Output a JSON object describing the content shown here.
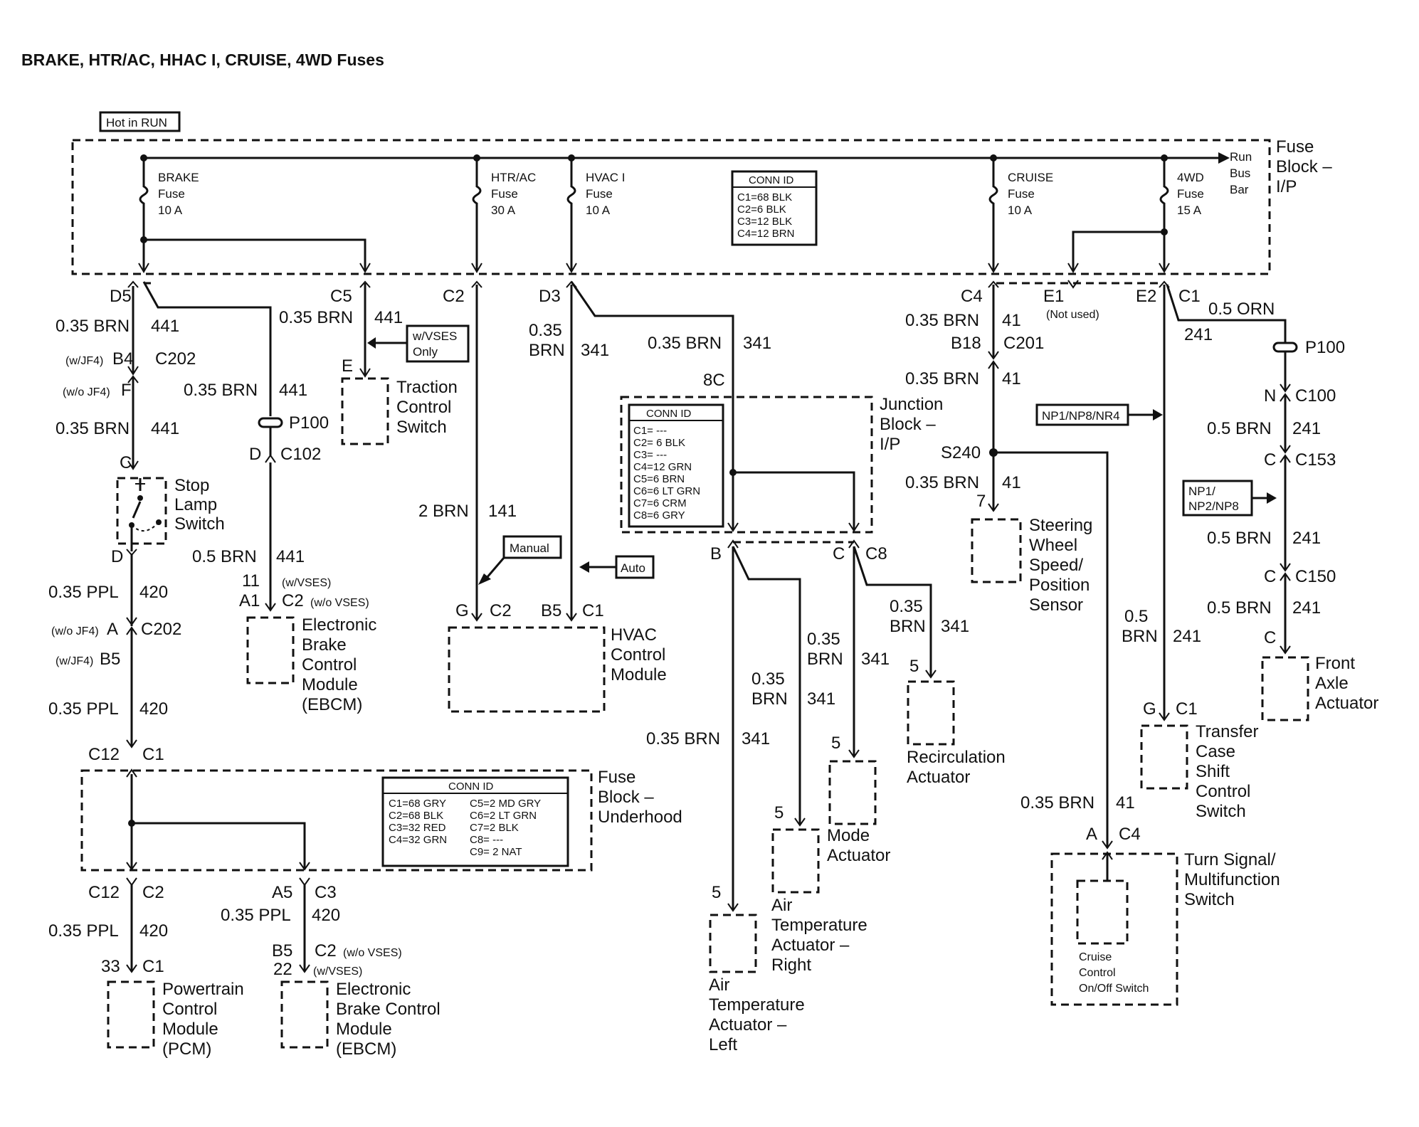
{
  "title": "BRAKE, HTR/AC, HHAC I, CRUISE, 4WD Fuses",
  "hot_in_run": "Hot in RUN",
  "fuse_block_ip": {
    "name": [
      "Fuse",
      "Block –",
      "I/P"
    ],
    "bus_bar": [
      "Run",
      "Bus",
      "Bar"
    ],
    "fuses": [
      {
        "name": "BRAKE",
        "word": "Fuse",
        "rating": "10 A"
      },
      {
        "name": "HTR/AC",
        "word": "Fuse",
        "rating": "30 A"
      },
      {
        "name": "HVAC I",
        "word": "Fuse",
        "rating": "10 A"
      },
      {
        "name": "CRUISE",
        "word": "Fuse",
        "rating": "10 A"
      },
      {
        "name": "4WD",
        "word": "Fuse",
        "rating": "15 A"
      }
    ],
    "conn_id": {
      "heading": "CONN ID",
      "rows": [
        "C1=68 BLK",
        "C2=6 BLK",
        "C3=12 BLK",
        "C4=12 BRN"
      ]
    },
    "terminals": {
      "d5": "D5",
      "c5": "C5",
      "c2": "C2",
      "d3": "D3",
      "c4": "C4",
      "e1": "E1",
      "not_used": "(Not used)",
      "e2": "E2",
      "c1": "C1"
    }
  },
  "brake_circuit": {
    "wire1": "0.35 BRN",
    "circ1": "441",
    "jf4_b4": "(w/JF4)",
    "b4": "B4",
    "c202": "C202",
    "wojf4_f": "(w/o JF4)",
    "f": "F",
    "wire2": "0.35 BRN",
    "circ2": "441",
    "conn_c": "C",
    "switch": [
      "Stop",
      "Lamp",
      "Switch"
    ],
    "conn_d": "D",
    "wire3": "0.35 PPL",
    "circ3": "420",
    "wojf4_a": "(w/o JF4)",
    "a": "A",
    "c202b": "C202",
    "jf4_b5": "(w/JF4)",
    "b5": "B5",
    "wire4": "0.35 PPL",
    "circ4": "420",
    "c12": "C12",
    "c1": "C1"
  },
  "c5_circuit": {
    "wire": "0.35 BRN",
    "circ": "441",
    "vses_only": [
      "w/VSES",
      "Only"
    ],
    "conn_e": "E",
    "tcs": [
      "Traction",
      "Control",
      "Switch"
    ],
    "wire2": "0.35 BRN",
    "circ2": "441",
    "p100": "P100",
    "d": "D",
    "c102": "C102",
    "wire3": "0.5 BRN",
    "circ3": "441",
    "pin11": "11",
    "w_vses": "(w/VSES)",
    "a1": "A1",
    "c2": "C2",
    "wo_vses": "(w/o VSES)",
    "ebcm": [
      "Electronic",
      "Brake",
      "Control",
      "Module",
      "(EBCM)"
    ]
  },
  "underhood": {
    "name": [
      "Fuse",
      "Block –",
      "Underhood"
    ],
    "conn_id": {
      "heading": "CONN ID",
      "col1": [
        "C1=68 GRY",
        "C2=68 BLK",
        "C3=32 RED",
        "C4=32 GRN"
      ],
      "col2": [
        "C5=2 MD GRY",
        "C6=2 LT GRN",
        "C7=2 BLK",
        "C8= ---",
        "C9= 2 NAT"
      ]
    },
    "out_left": {
      "c12": "C12",
      "c2": "C2",
      "wire": "0.35 PPL",
      "circ": "420",
      "pin": "33",
      "conn": "C1",
      "module": [
        "Powertrain",
        "Control",
        "Module",
        "(PCM)"
      ]
    },
    "out_right": {
      "a5": "A5",
      "c3": "C3",
      "wire": "0.35 PPL",
      "circ": "420",
      "b5": "B5",
      "c2": "C2",
      "wo_vses": "(w/o VSES)",
      "pin22": "22",
      "w_vses": "(w/VSES)",
      "module": [
        "Electronic",
        "Brake Control",
        "Module",
        "(EBCM)"
      ]
    }
  },
  "hvac": {
    "wire1": "0.35",
    "wire1b": "BRN",
    "circ1": "341",
    "wire2": "2 BRN",
    "circ2": "141",
    "manual": "Manual",
    "auto": "Auto",
    "g": "G",
    "c2": "C2",
    "b5": "B5",
    "c1": "C1",
    "module": [
      "HVAC",
      "Control",
      "Module"
    ],
    "wire3": "0.35 BRN",
    "circ3": "341"
  },
  "junction": {
    "pin8c": "8C",
    "name": [
      "Junction",
      "Block –",
      "I/P"
    ],
    "conn_id": {
      "heading": "CONN ID",
      "rows": [
        "C1= ---",
        "C2= 6 BLK",
        "C3= ---",
        "C4=12 GRN",
        "C5=6 BRN",
        "C6=6 LT GRN",
        "C7=6 CRM",
        "C8=6 GRY"
      ]
    },
    "b": "B",
    "c": "C",
    "c8": "C8"
  },
  "actuators": {
    "left": {
      "wire": "0.35 BRN",
      "circ": "341",
      "pin": "5",
      "name": [
        "Air",
        "Temperature",
        "Actuator –",
        "Left"
      ]
    },
    "right": {
      "wire": "0.35",
      "wire_b": "BRN",
      "circ": "341",
      "pin": "5",
      "name": [
        "Air",
        "Temperature",
        "Actuator –",
        "Right"
      ]
    },
    "mode": {
      "wire": "0.35",
      "wire_b": "BRN",
      "circ": "341",
      "pin": "5",
      "name": [
        "Mode",
        "Actuator"
      ]
    },
    "recirc": {
      "wire": "0.35",
      "wire_b": "BRN",
      "circ": "341",
      "pin": "5",
      "name": [
        "Recirculation",
        "Actuator"
      ]
    }
  },
  "cruise": {
    "wire1": "0.35 BRN",
    "circ1": "41",
    "b18": "B18",
    "c201": "C201",
    "wire2": "0.35 BRN",
    "circ2": "41",
    "np": "NP1/NP8/NR4",
    "s240": "S240",
    "wire3": "0.35 BRN",
    "circ3": "41",
    "pin7": "7",
    "sensor": [
      "Steering",
      "Wheel",
      "Speed/",
      "Position",
      "Sensor"
    ],
    "wire4": "0.35 BRN",
    "circ4": "41",
    "a": "A",
    "c4": "C4",
    "switch": [
      "Turn Signal/",
      "Multifunction",
      "Switch"
    ],
    "inner": [
      "Cruise",
      "Control",
      "On/Off Switch"
    ]
  },
  "four_wd": {
    "wire1": "0.5 ORN",
    "circ1": "241",
    "p100": "P100",
    "n": "N",
    "c100": "C100",
    "wire2": "0.5 BRN",
    "circ2": "241",
    "c": "C",
    "c153": "C153",
    "np": [
      "NP1/",
      "NP2/NP8"
    ],
    "wire3": "0.5 BRN",
    "circ3": "241",
    "c2": "C",
    "c150": "C150",
    "wire4": "0.5 BRN",
    "circ4": "241",
    "c3": "C",
    "actuator": [
      "Front",
      "Axle",
      "Actuator"
    ],
    "wire5": "0.5",
    "wire5b": "BRN",
    "circ5": "241",
    "g": "G",
    "c1": "C1",
    "switch": [
      "Transfer",
      "Case",
      "Shift",
      "Control",
      "Switch"
    ]
  }
}
